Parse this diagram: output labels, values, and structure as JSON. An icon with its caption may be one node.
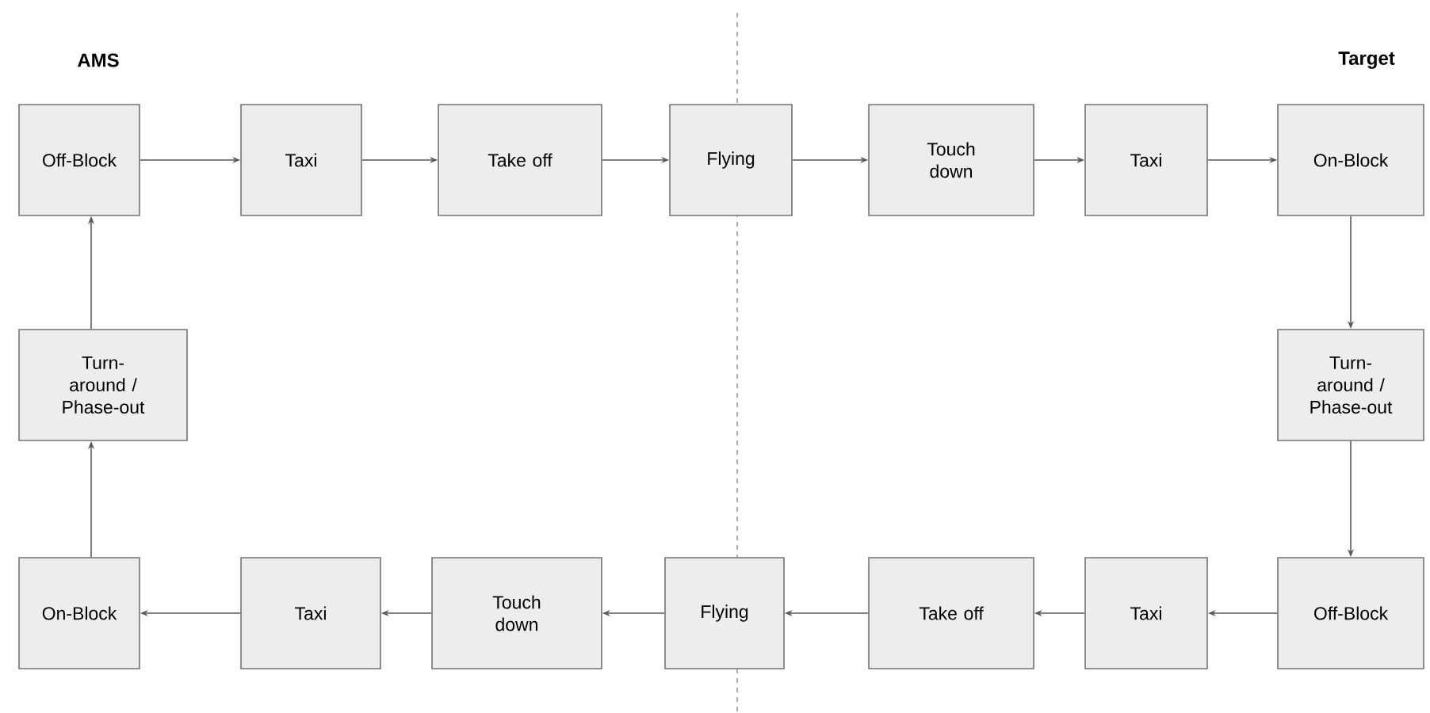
{
  "diagram": {
    "nodes": [
      {
        "text": [
          "Off-Block"
        ]
      },
      {
        "text": [
          "Taxi"
        ]
      },
      {
        "text": [
          "Take off"
        ]
      },
      {
        "text": [
          "Flying"
        ]
      },
      {
        "text": [
          "Touch down"
        ]
      },
      {
        "text": [
          "Taxi"
        ]
      },
      {
        "text": [
          "On-Block"
        ]
      },
      {
        "text": [
          "Turn- around / Phase-out"
        ]
      },
      {
        "text": [
          "On-Block"
        ]
      },
      {
        "text": [
          "Taxi"
        ]
      },
      {
        "text": [
          "Touch down"
        ]
      },
      {
        "text": [
          "Flying"
        ]
      },
      {
        "text": [
          "Take off"
        ]
      },
      {
        "text": [
          "Taxi"
        ]
      },
      {
        "text": [
          "Off-Block"
        ]
      },
      {
        "text": [
          "Turn- around / Phase-out"
        ]
      }
    ],
    "edges": [
      {
        "from": 0,
        "to": 1,
        "arrow": "to"
      },
      {
        "from": 1,
        "to": 2,
        "arrow": "to"
      },
      {
        "from": 2,
        "to": 3,
        "arrow": "to"
      },
      {
        "from": 3,
        "to": 4,
        "arrow": "to"
      },
      {
        "from": 4,
        "to": 5,
        "arrow": "to"
      },
      {
        "from": 5,
        "to": 6,
        "arrow": "to"
      },
      {
        "from": 6,
        "to": 7,
        "arrow": "to"
      },
      {
        "from": 7,
        "to": 14,
        "arrow": "to"
      },
      {
        "from": 14,
        "to": 13,
        "arrow": "to"
      },
      {
        "from": 13,
        "to": 12,
        "arrow": "to"
      },
      {
        "from": 12,
        "to": 11,
        "arrow": "to"
      },
      {
        "from": 11,
        "to": 10,
        "arrow": "to"
      },
      {
        "from": 10,
        "to": 9,
        "arrow": "to"
      },
      {
        "from": 9,
        "to": 8,
        "arrow": "to"
      },
      {
        "from": 8,
        "to": 15,
        "arrow": "to"
      },
      {
        "from": 15,
        "to": 0,
        "arrow": "to"
      }
    ],
    "labels": [
      "AMS",
      "Target"
    ]
  }
}
